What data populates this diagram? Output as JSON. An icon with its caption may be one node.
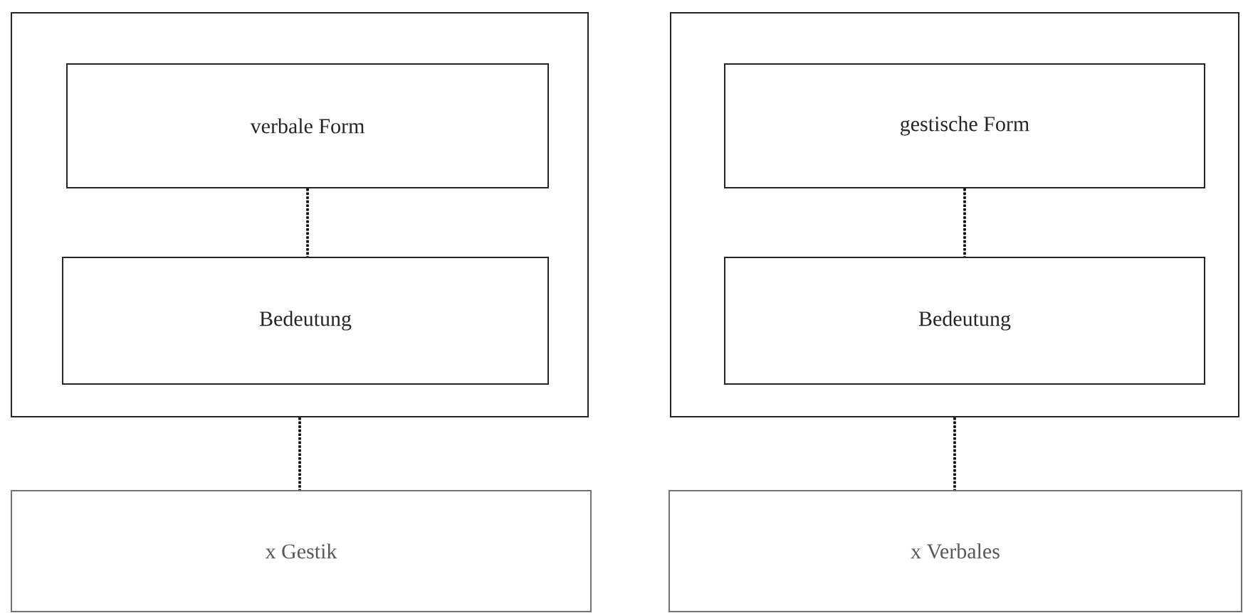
{
  "diagram": {
    "nodes": [
      {
        "text": [],
        "shape": "box"
      },
      {
        "text": [
          "verbale Form"
        ],
        "in": 0
      },
      {
        "text": [
          "Bedeutung"
        ],
        "in": 0
      },
      {
        "text": [],
        "shape": "box"
      },
      {
        "text": [
          "gestische Form"
        ],
        "in": 3
      },
      {
        "text": [
          "Bedeutung"
        ],
        "in": 3
      },
      {
        "text": [
          "x Gestik"
        ]
      },
      {
        "text": [
          "x Verbales"
        ]
      }
    ],
    "edges": [
      {
        "from": 1,
        "to": 2,
        "arrow": "none",
        "style": "dashed"
      },
      {
        "from": 0,
        "to": 6,
        "arrow": "none",
        "style": "dashed"
      },
      {
        "from": 4,
        "to": 5,
        "arrow": "none",
        "style": "dashed"
      },
      {
        "from": 3,
        "to": 7,
        "arrow": "none",
        "style": "dashed"
      }
    ]
  }
}
